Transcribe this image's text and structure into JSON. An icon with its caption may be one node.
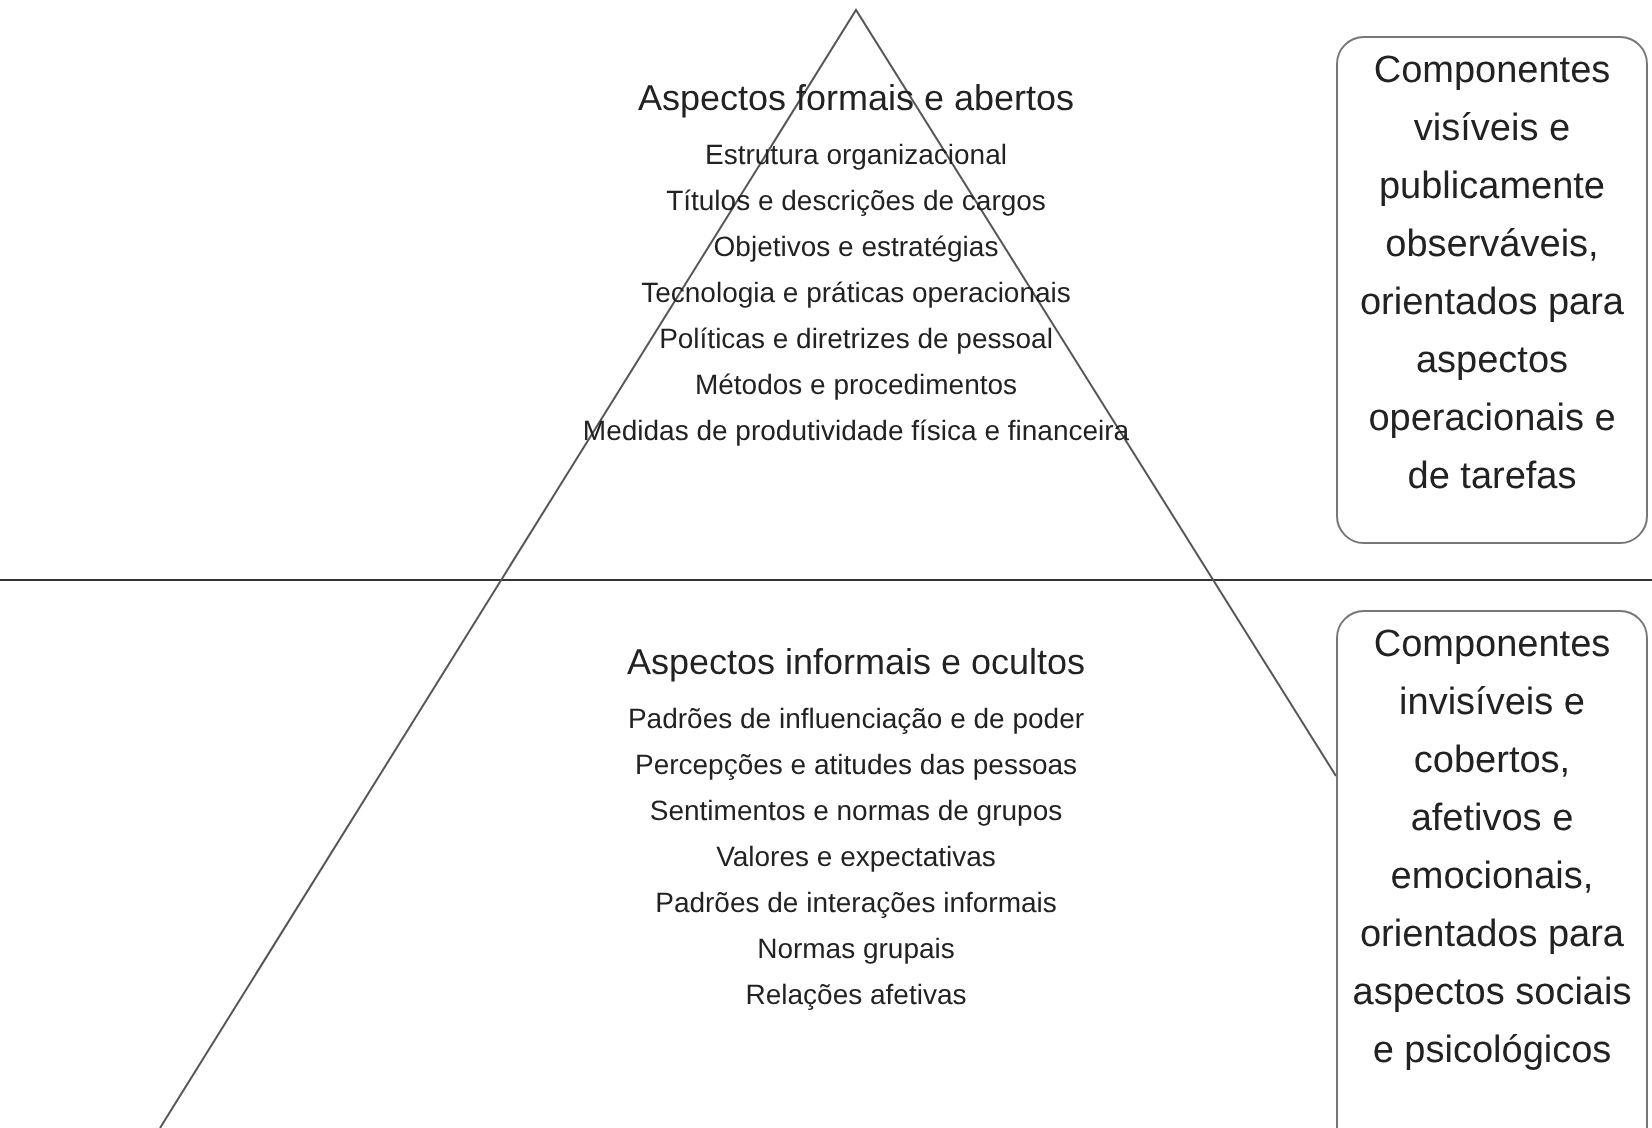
{
  "diagram": {
    "nodes": [
      {
        "text": [
          "Componentes visíveis e publicamente observáveis, orientados para aspectos operacionais e de tarefas"
        ]
      },
      {
        "text": [
          "Componentes invisíveis e cobertos, afetivos e emocionais, orientados para aspectos sociais e psicológicos"
        ]
      }
    ],
    "edges": [],
    "labels": [
      "Aspectos formais e abertos",
      "Estrutura organizacional",
      "Títulos e descrições de cargos",
      "Objetivos e estratégias",
      "Tecnologia e práticas operacionais",
      "Políticas e diretrizes de pessoal",
      "Métodos e procedimentos",
      "Medidas de produtividade física e financeira",
      "Aspectos informais e ocultos",
      "Padrões de influenciação e de poder",
      "Percepções e atitudes das pessoas",
      "Sentimentos e normas de grupos",
      "Valores e expectativas",
      "Padrões de interações informais",
      "Normas grupais",
      "Relações afetivas"
    ]
  }
}
